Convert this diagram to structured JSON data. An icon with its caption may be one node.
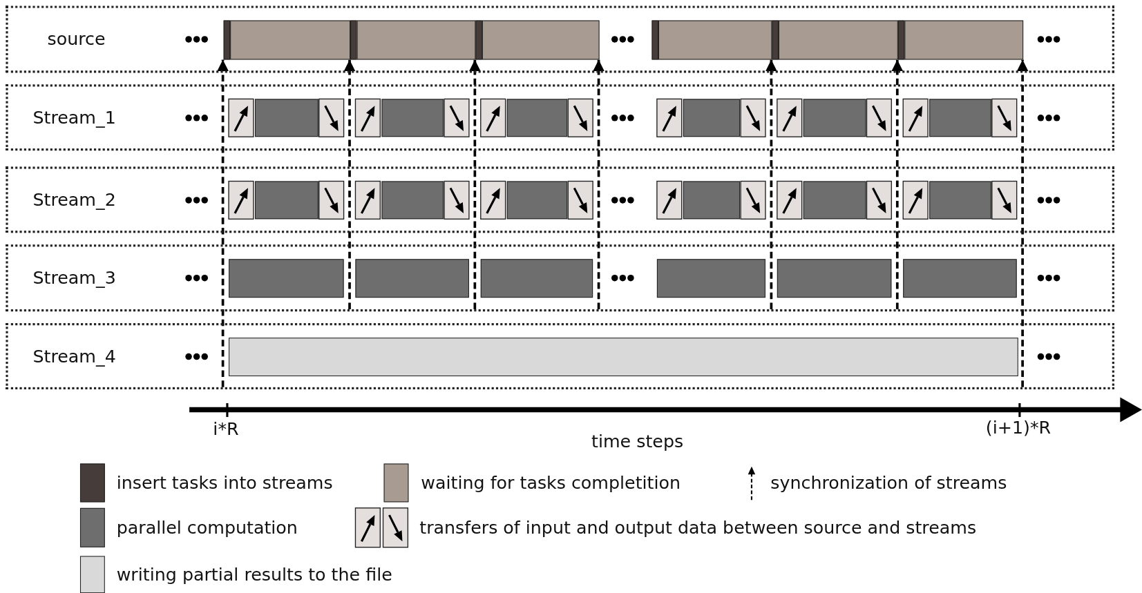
{
  "diagram": {
    "nodes": [
      {
        "text": [
          "source"
        ]
      },
      {
        "text": [],
        "shape": "bar",
        "in": 0
      },
      {
        "text": [],
        "shape": "bar",
        "in": 0
      },
      {
        "text": [],
        "shape": "bar",
        "in": 0
      },
      {
        "text": [],
        "shape": "bar",
        "in": 0
      },
      {
        "text": [],
        "shape": "bar",
        "in": 0
      },
      {
        "text": [],
        "shape": "bar",
        "in": 0
      },
      {
        "text": [],
        "shape": "bar",
        "in": 0
      },
      {
        "text": [],
        "shape": "bar",
        "in": 0
      },
      {
        "text": [],
        "shape": "bar",
        "in": 0
      },
      {
        "text": [],
        "shape": "bar",
        "in": 0
      },
      {
        "text": [],
        "shape": "bar",
        "in": 0
      },
      {
        "text": [],
        "shape": "bar",
        "in": 0
      },
      {
        "text": [
          "Stream_1"
        ]
      },
      {
        "text": [],
        "shape": "bar",
        "in": 13
      },
      {
        "text": [],
        "shape": "bar",
        "in": 13
      },
      {
        "text": [],
        "shape": "bar",
        "in": 13
      },
      {
        "text": [],
        "shape": "bar",
        "in": 13
      },
      {
        "text": [],
        "shape": "bar",
        "in": 13
      },
      {
        "text": [],
        "shape": "bar",
        "in": 13
      },
      {
        "text": [
          "Stream_2"
        ]
      },
      {
        "text": [],
        "shape": "bar",
        "in": 20
      },
      {
        "text": [],
        "shape": "bar",
        "in": 20
      },
      {
        "text": [],
        "shape": "bar",
        "in": 20
      },
      {
        "text": [],
        "shape": "bar",
        "in": 20
      },
      {
        "text": [],
        "shape": "bar",
        "in": 20
      },
      {
        "text": [],
        "shape": "bar",
        "in": 20
      },
      {
        "text": [
          "Stream_3"
        ]
      },
      {
        "text": [],
        "shape": "bar",
        "in": 27
      },
      {
        "text": [],
        "shape": "bar",
        "in": 27
      },
      {
        "text": [],
        "shape": "bar",
        "in": 27
      },
      {
        "text": [],
        "shape": "bar",
        "in": 27
      },
      {
        "text": [],
        "shape": "bar",
        "in": 27
      },
      {
        "text": [],
        "shape": "bar",
        "in": 27
      },
      {
        "text": [
          "Stream_4"
        ]
      },
      {
        "text": [],
        "shape": "bar",
        "in": 34
      }
    ],
    "edges": [
      {
        "from": 34,
        "to": 1,
        "arrow": "to",
        "style": "dashed"
      },
      {
        "from": 27,
        "to": 3,
        "arrow": "to",
        "style": "dashed"
      },
      {
        "from": 27,
        "to": 5,
        "arrow": "to",
        "style": "dashed"
      },
      {
        "from": 27,
        "to": 6,
        "arrow": "to",
        "style": "dashed"
      },
      {
        "from": 27,
        "to": 9,
        "arrow": "to",
        "style": "dashed"
      },
      {
        "from": 27,
        "to": 11,
        "arrow": "to",
        "style": "dashed"
      },
      {
        "from": 34,
        "to": 12,
        "arrow": "to",
        "style": "dashed"
      }
    ],
    "labels": [
      "i*R",
      "(i+1)*R",
      "time steps"
    ],
    "legend": [
      {
        "text": "insert tasks into streams",
        "color": "#463c39"
      },
      {
        "text": "waiting for tasks completition",
        "color": "#a89c92"
      },
      {
        "text": "synchronization of streams"
      },
      {
        "text": "parallel computation",
        "color": "#6e6e6e"
      },
      {
        "text": "transfers of input and output data between source and streams"
      },
      {
        "text": "writing partial results to the file",
        "color": "#d9d9d9"
      }
    ]
  }
}
